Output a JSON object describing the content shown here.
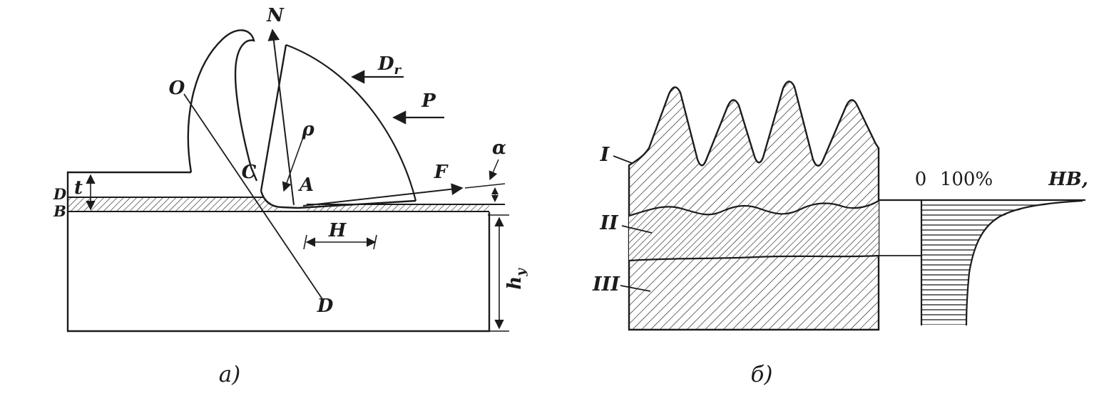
{
  "figure_a": {
    "caption": "а)",
    "point_labels": {
      "O": "O",
      "C": "C",
      "A": "A",
      "D_edge": "D",
      "B_edge": "B",
      "D_line": "D"
    },
    "force_labels": {
      "N": "N",
      "P": "P",
      "F": "F"
    },
    "motion_label": {
      "main": "D",
      "sub": "r"
    },
    "dimension_labels": {
      "t": "t",
      "H": "H",
      "alpha": "α",
      "rho": "ρ",
      "h_depth_main": "h",
      "h_depth_sub": "y"
    }
  },
  "figure_b": {
    "caption": "б)",
    "zone_labels": {
      "zone1": "I",
      "zone2": "II",
      "zone3": "III"
    },
    "hardness_axis": {
      "zero": "0",
      "hundred": "100%",
      "hb": "HB,"
    }
  }
}
